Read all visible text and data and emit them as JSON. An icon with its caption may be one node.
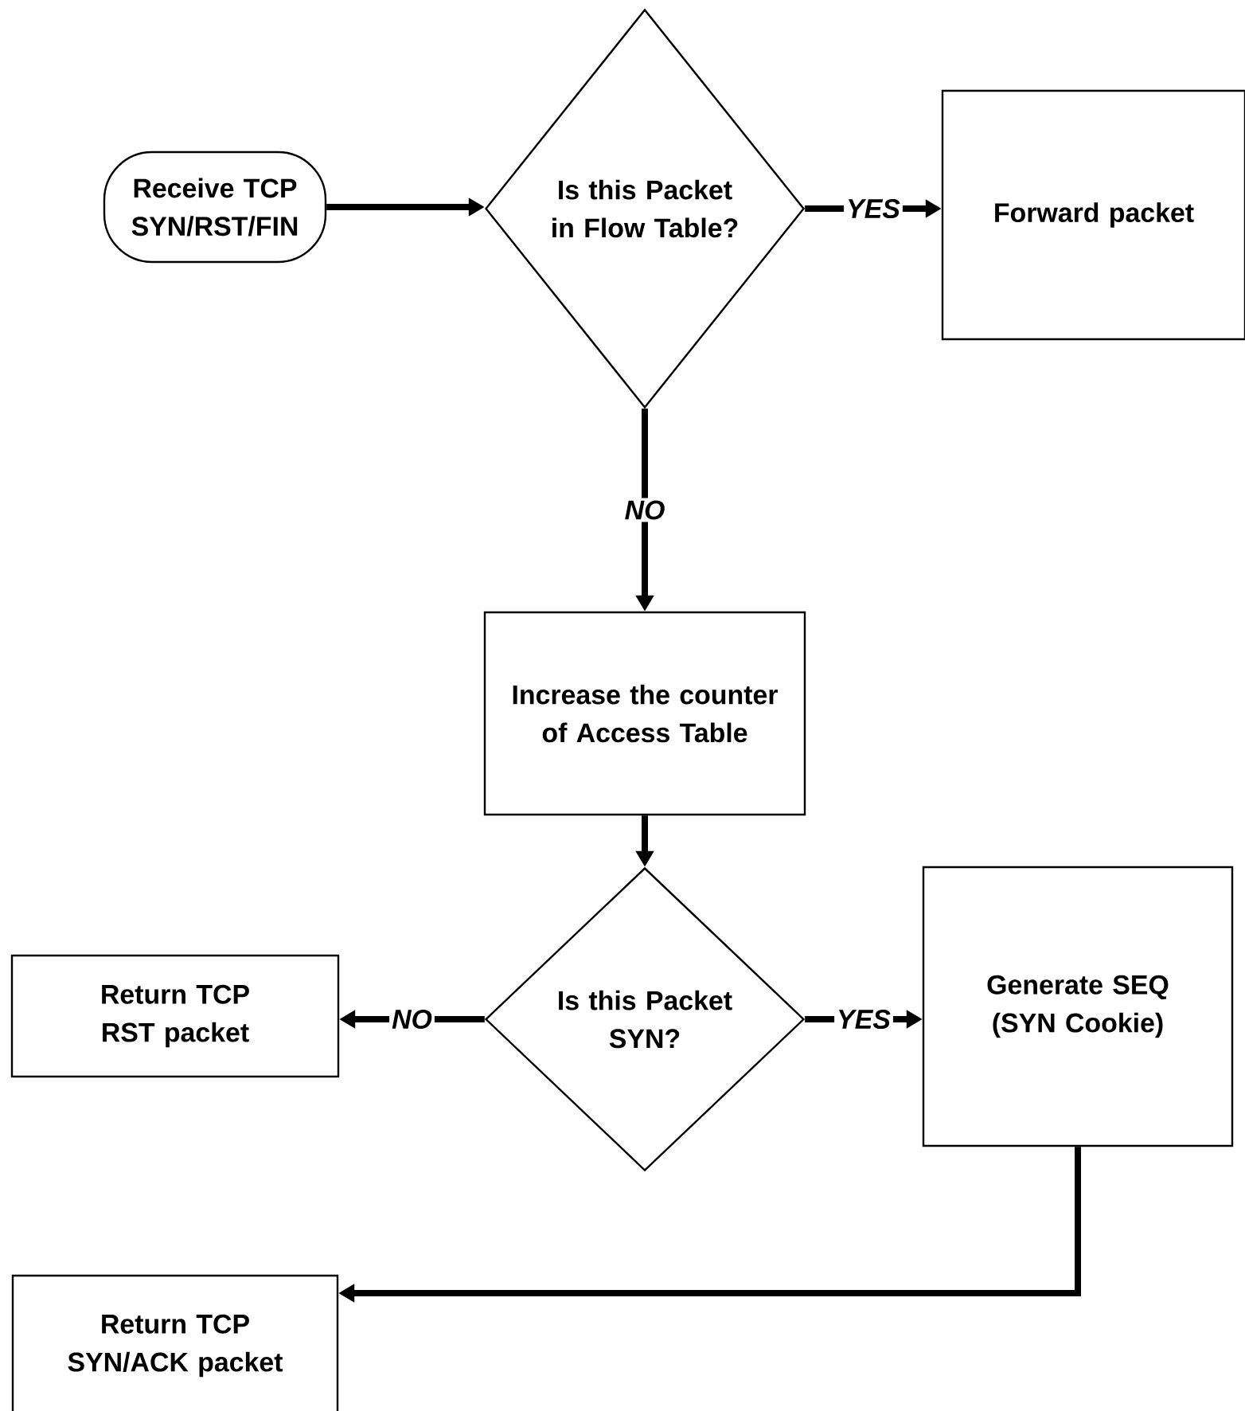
{
  "diagram": {
    "nodes": [
      {
        "text": [
          "Receive TCP SYN/RST/FIN"
        ]
      },
      {
        "text": [
          "Is this Packet in Flow Table?"
        ]
      },
      {
        "text": [
          "Forward packet"
        ]
      },
      {
        "text": [
          "Increase the counter of Access Table"
        ]
      },
      {
        "text": [
          "Is this Packet SYN?"
        ]
      },
      {
        "text": [
          "Return TCP RST packet"
        ]
      },
      {
        "text": [
          "Generate SEQ (SYN Cookie)"
        ]
      },
      {
        "text": [
          "Return TCP SYN/ACK packet"
        ]
      }
    ],
    "edges": [
      {
        "from": 0,
        "to": 1,
        "arrow": "to"
      },
      {
        "from": 1,
        "to": 2,
        "arrow": "to",
        "label": "YES"
      },
      {
        "from": 1,
        "to": 3,
        "arrow": "to",
        "label": "NO"
      },
      {
        "from": 3,
        "to": 4,
        "arrow": "to"
      },
      {
        "from": 4,
        "to": 5,
        "arrow": "to",
        "label": "NO"
      },
      {
        "from": 4,
        "to": 6,
        "arrow": "to",
        "label": "YES"
      },
      {
        "from": 6,
        "to": 7,
        "arrow": "to"
      }
    ]
  }
}
